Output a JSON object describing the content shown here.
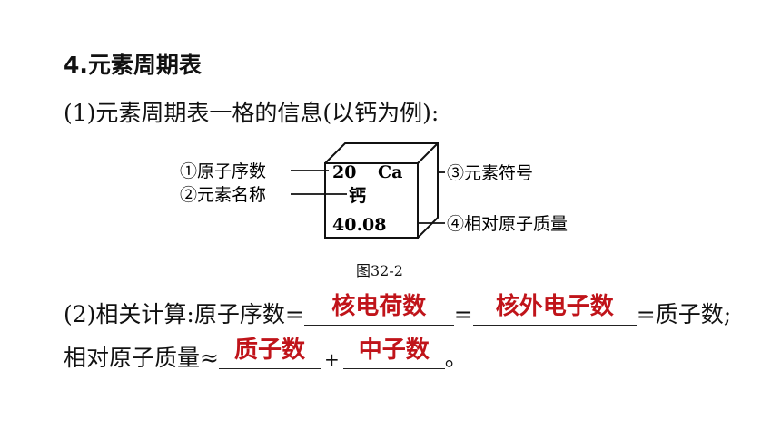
{
  "heading": "4.元素周期表",
  "line1": "(1)元素周期表一格的信息(以钙为例):",
  "figure": {
    "atomic_number": "20",
    "symbol": "Ca",
    "name": "钙",
    "mass": "40.08",
    "label_number": "①原子序数",
    "label_name": "②元素名称",
    "label_symbol": "③元素符号",
    "label_mass": "④相对原子质量",
    "caption": "图32-2"
  },
  "line2": {
    "prefix": "(2)相关计算:原子序数=",
    "eq": "=",
    "suffix": "=质子数;",
    "answer1": "核电荷数",
    "answer2": "核外电子数"
  },
  "line3": {
    "prefix": "相对原子质量≈",
    "plus": "+",
    "suffix": "。",
    "answer3": "质子数",
    "answer4": "中子数"
  }
}
